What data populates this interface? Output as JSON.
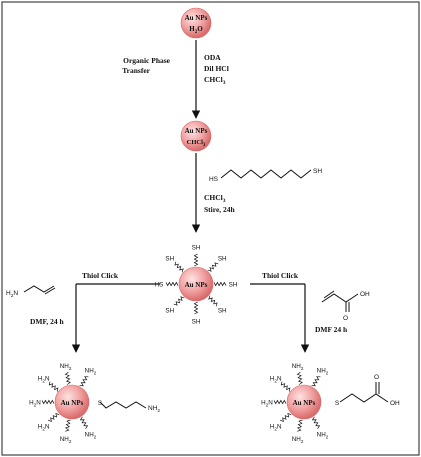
{
  "colors": {
    "border": "#444444",
    "sphere_light": "#fde3e3",
    "sphere_mid": "#f2a3a3",
    "sphere_dark": "#d86a6a",
    "stroke": "#111111"
  },
  "np_start": {
    "line1": "Au NPs",
    "line2": "H",
    "line2_sub": "2",
    "line2_end": "O"
  },
  "step1": {
    "left_line1": "Organic Phase",
    "left_line2": "Transfer",
    "right_line1": "ODA",
    "right_line2": "Dil HCl",
    "right_line3": "CHCl",
    "right_line3_sub": "3"
  },
  "np_chcl3": {
    "line1": "Au NPs",
    "line2": "CHCl",
    "line2_sub": "3"
  },
  "dithiol": {
    "sh_left": "HS",
    "sh_right": "SH"
  },
  "step2": {
    "line1": "CHCl",
    "line1_sub": "3",
    "line2": "Stire, 24h"
  },
  "np_thiol": {
    "label": "Au NPs",
    "group": "SH",
    "group_left": "HS"
  },
  "left_branch": {
    "reagent": "H",
    "reagent_sub": "2",
    "reagent_end": "N",
    "reaction": "Thiol Click",
    "condition": "DMF, 24 h"
  },
  "right_branch": {
    "reagent_oh": "OH",
    "reagent_o": "O",
    "reaction": "Thiol Click",
    "condition": "DMF 24 h"
  },
  "product_amine": {
    "label": "Au NPs",
    "group": "NH",
    "group_sub": "2",
    "group_left": "H",
    "group_left_sub": "2",
    "group_left_end": "N",
    "s": "S",
    "chain_end": "NH",
    "chain_end_sub": "2"
  },
  "product_acid": {
    "label": "Au NPs",
    "group": "NH",
    "group_sub": "2",
    "group_left": "H",
    "group_left_sub": "2",
    "group_left_end": "N",
    "s": "S",
    "o": "O",
    "oh": "OH"
  }
}
